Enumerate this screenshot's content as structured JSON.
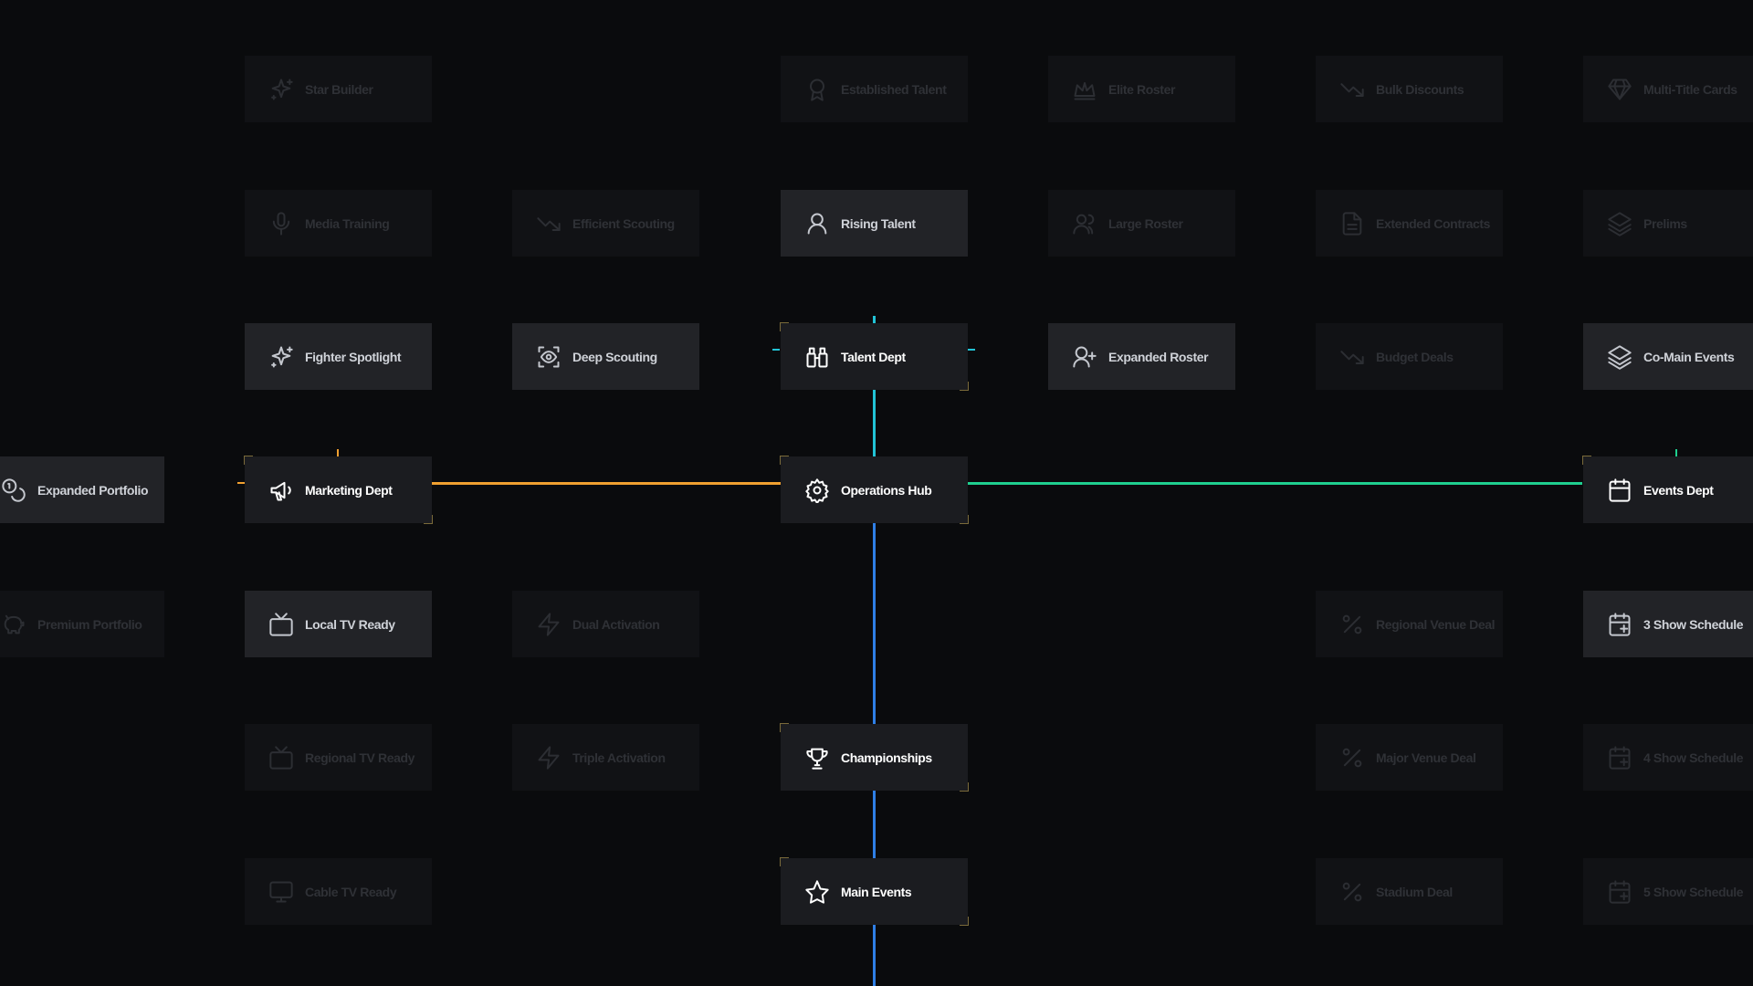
{
  "colors": {
    "background": "#0a0b0d",
    "talent": "#22c3d6",
    "marketing": "#f0a030",
    "events": "#1fcf8f",
    "championships": "#2f7fe6",
    "corner": "#7a6a3a"
  },
  "nodes": [
    {
      "id": "star-builder",
      "label": "Star Builder",
      "icon": "sparkles",
      "state": "locked"
    },
    {
      "id": "established-talent",
      "label": "Established Talent",
      "icon": "award",
      "state": "locked"
    },
    {
      "id": "elite-roster",
      "label": "Elite Roster",
      "icon": "crown",
      "state": "locked"
    },
    {
      "id": "bulk-discounts",
      "label": "Bulk Discounts",
      "icon": "trend-down",
      "state": "locked"
    },
    {
      "id": "multi-title-cards",
      "label": "Multi-Title Cards",
      "icon": "gem",
      "state": "locked"
    },
    {
      "id": "media-training",
      "label": "Media Training",
      "icon": "mic",
      "state": "locked"
    },
    {
      "id": "efficient-scouting",
      "label": "Efficient Scouting",
      "icon": "trend-down",
      "state": "locked"
    },
    {
      "id": "rising-talent",
      "label": "Rising Talent",
      "icon": "user",
      "state": "available"
    },
    {
      "id": "large-roster",
      "label": "Large Roster",
      "icon": "users",
      "state": "locked"
    },
    {
      "id": "extended-contracts",
      "label": "Extended Contracts",
      "icon": "file",
      "state": "locked"
    },
    {
      "id": "prelims",
      "label": "Prelims",
      "icon": "layers",
      "state": "locked"
    },
    {
      "id": "fighter-spotlight",
      "label": "Fighter Spotlight",
      "icon": "sparkles",
      "state": "available"
    },
    {
      "id": "deep-scouting",
      "label": "Deep Scouting",
      "icon": "scan-eye",
      "state": "available"
    },
    {
      "id": "talent-dept",
      "label": "Talent Dept",
      "icon": "binoculars",
      "state": "unlocked",
      "accent": "talent"
    },
    {
      "id": "expanded-roster",
      "label": "Expanded Roster",
      "icon": "user-plus",
      "state": "available"
    },
    {
      "id": "budget-deals",
      "label": "Budget Deals",
      "icon": "trend-down",
      "state": "locked"
    },
    {
      "id": "co-main-events",
      "label": "Co-Main Events",
      "icon": "layers",
      "state": "available"
    },
    {
      "id": "expanded-portfolio",
      "label": "Expanded Portfolio",
      "icon": "coins",
      "state": "available"
    },
    {
      "id": "marketing-dept",
      "label": "Marketing Dept",
      "icon": "megaphone",
      "state": "unlocked",
      "accent": "marketing"
    },
    {
      "id": "operations-hub",
      "label": "Operations Hub",
      "icon": "gear",
      "state": "unlocked",
      "accent": "corner"
    },
    {
      "id": "events-dept",
      "label": "Events Dept",
      "icon": "calendar",
      "state": "unlocked",
      "accent": "events"
    },
    {
      "id": "premium-portfolio",
      "label": "Premium Portfolio",
      "icon": "piggy",
      "state": "locked"
    },
    {
      "id": "local-tv-ready",
      "label": "Local TV Ready",
      "icon": "tv",
      "state": "available"
    },
    {
      "id": "dual-activation",
      "label": "Dual Activation",
      "icon": "zap",
      "state": "locked"
    },
    {
      "id": "regional-venue-deal",
      "label": "Regional Venue Deal",
      "icon": "percent",
      "state": "locked"
    },
    {
      "id": "three-show-schedule",
      "label": "3 Show Schedule",
      "icon": "calendar-plus",
      "state": "available"
    },
    {
      "id": "regional-tv-ready",
      "label": "Regional TV Ready",
      "icon": "tv",
      "state": "locked"
    },
    {
      "id": "triple-activation",
      "label": "Triple Activation",
      "icon": "zap",
      "state": "locked"
    },
    {
      "id": "championships",
      "label": "Championships",
      "icon": "trophy",
      "state": "unlocked",
      "accent": "championships"
    },
    {
      "id": "major-venue-deal",
      "label": "Major Venue Deal",
      "icon": "percent",
      "state": "locked"
    },
    {
      "id": "four-show-schedule",
      "label": "4 Show Schedule",
      "icon": "calendar-plus",
      "state": "locked"
    },
    {
      "id": "cable-tv-ready",
      "label": "Cable TV Ready",
      "icon": "monitor",
      "state": "locked"
    },
    {
      "id": "main-events",
      "label": "Main Events",
      "icon": "star",
      "state": "unlocked",
      "accent": "championships"
    },
    {
      "id": "stadium-deal",
      "label": "Stadium Deal",
      "icon": "percent",
      "state": "locked"
    },
    {
      "id": "five-show-schedule",
      "label": "5 Show Schedule",
      "icon": "calendar-plus",
      "state": "locked"
    }
  ]
}
